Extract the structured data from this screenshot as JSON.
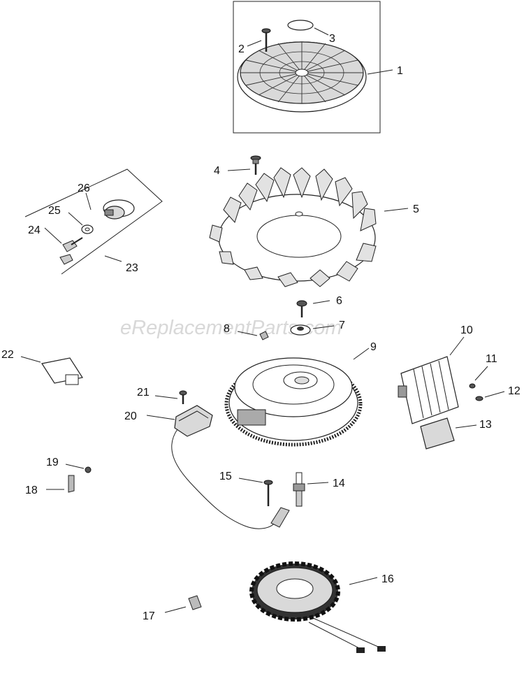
{
  "watermark": "eReplacementParts.com",
  "callouts": [
    {
      "id": "1",
      "label": "1"
    },
    {
      "id": "2",
      "label": "2"
    },
    {
      "id": "3",
      "label": "3"
    },
    {
      "id": "4",
      "label": "4"
    },
    {
      "id": "5",
      "label": "5"
    },
    {
      "id": "6",
      "label": "6"
    },
    {
      "id": "7",
      "label": "7"
    },
    {
      "id": "8",
      "label": "8"
    },
    {
      "id": "9",
      "label": "9"
    },
    {
      "id": "10",
      "label": "10"
    },
    {
      "id": "11",
      "label": "11"
    },
    {
      "id": "12",
      "label": "12"
    },
    {
      "id": "13",
      "label": "13"
    },
    {
      "id": "14",
      "label": "14"
    },
    {
      "id": "15",
      "label": "15"
    },
    {
      "id": "16",
      "label": "16"
    },
    {
      "id": "17",
      "label": "17"
    },
    {
      "id": "18",
      "label": "18"
    },
    {
      "id": "19",
      "label": "19"
    },
    {
      "id": "20",
      "label": "20"
    },
    {
      "id": "21",
      "label": "21"
    },
    {
      "id": "22",
      "label": "22"
    },
    {
      "id": "23",
      "label": "23"
    },
    {
      "id": "24",
      "label": "24"
    },
    {
      "id": "25",
      "label": "25"
    },
    {
      "id": "26",
      "label": "26"
    }
  ]
}
